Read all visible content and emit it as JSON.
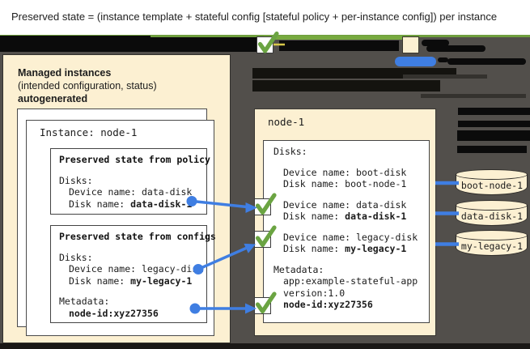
{
  "header": {
    "title": "Preserved state = (instance template + stateful config [stateful policy + per-instance config]) per instance"
  },
  "left_panel": {
    "title": "Managed instances",
    "subtitle": "(intended configuration, status)",
    "subtitle2": "autogenerated",
    "instance_card": {
      "title": "Instance: node-1",
      "policy_box": {
        "title": "Preserved state from policy",
        "disks_label": "Disks:",
        "device_line": "Device name: data-disk",
        "disk_label": "Disk name: ",
        "disk_value": "data-disk-1"
      },
      "configs_box": {
        "title": "Preserved state from configs",
        "disks_label": "Disks:",
        "device_line": "Device name: legacy-disk",
        "disk_label": "Disk name: ",
        "disk_value": "my-legacy-1",
        "metadata_label": "Metadata:",
        "metadata_value": "node-id:xyz27356"
      }
    }
  },
  "right_panel": {
    "title": "node-1",
    "vm_box": {
      "disks_label": "Disks:",
      "boot_device_line": "Device name: boot-disk",
      "boot_disk_line": "Disk name: boot-node-1",
      "data_device_line": "Device name: data-disk",
      "data_disk_label": "Disk name: ",
      "data_disk_value": "data-disk-1",
      "legacy_device_line": "Device name: legacy-disk",
      "legacy_disk_label": "Disk name: ",
      "legacy_disk_value": "my-legacy-1",
      "metadata_label": "Metadata:",
      "metadata_app": "app:example-stateful-app",
      "metadata_version": "version:1.0",
      "metadata_node_id": "node-id:xyz27356"
    }
  },
  "disk_cylinders": [
    {
      "label": "boot-node-1"
    },
    {
      "label": "data-disk-1"
    },
    {
      "label": "my-legacy-1"
    }
  ],
  "colors": {
    "accent_green": "#6F9E3E",
    "check_green": "#6BA442",
    "accent_blue": "#3F7EE2",
    "panel_cream": "#FCF0D2",
    "background_dark": "#524F4B",
    "redaction_black": "#0B0B0B"
  }
}
